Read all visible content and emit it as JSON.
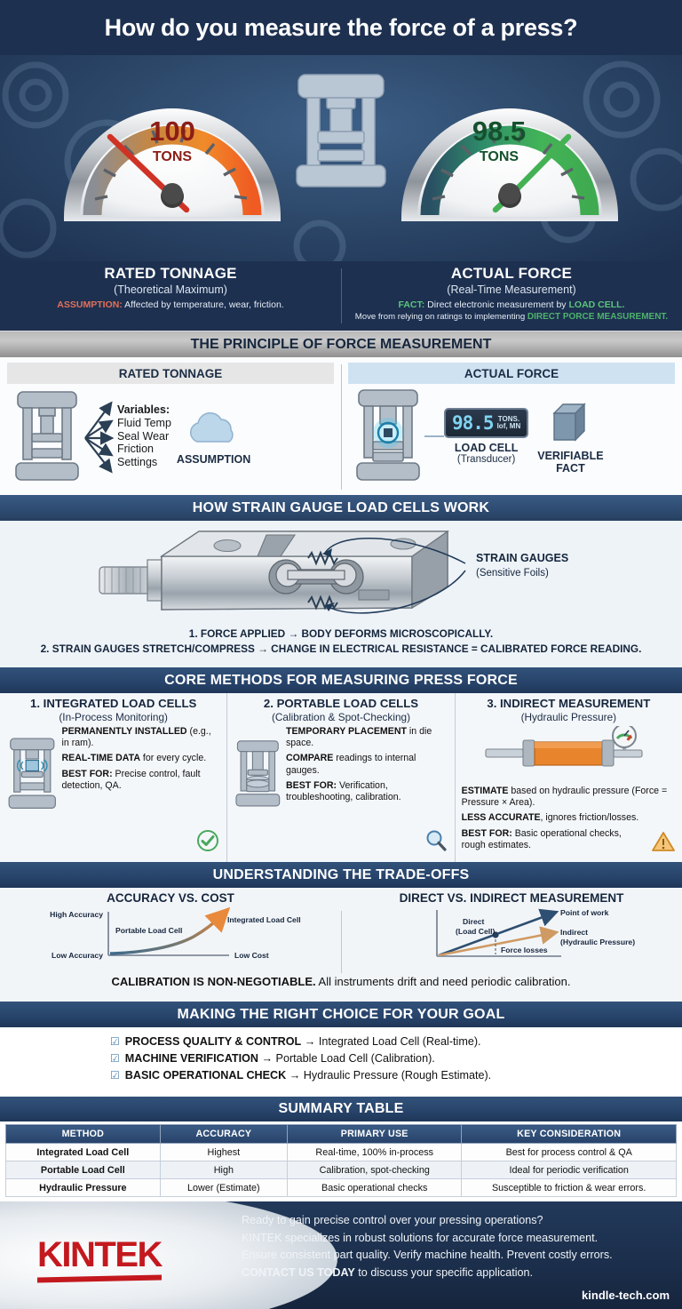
{
  "title": "How do you measure the force of a press?",
  "hero": {
    "left_gauge": {
      "value": "100",
      "unit": "TONS",
      "icon": "gauge-orange-icon"
    },
    "right_gauge": {
      "value": "98.5",
      "unit": "TONS",
      "icon": "gauge-green-icon"
    },
    "press_icon": "hydraulic-press-icon",
    "left": {
      "title": "RATED TONNAGE",
      "subtitle": "(Theoretical Maximum)",
      "keyword": "ASSUMPTION:",
      "note": " Affected by temperature, wear, friction."
    },
    "right": {
      "title": "ACTUAL FORCE",
      "subtitle": "(Real-Time Measurement)",
      "keyword": "FACT:",
      "note": " Direct electronic measurement by ",
      "note_kw": "LOAD CELL.",
      "note2": "Move from relying on ratings to implementing ",
      "note2_kw": "DIRECT PORCE MEASUREMENT."
    }
  },
  "principle": {
    "header": "THE PRINCIPLE OF FORCE MEASUREMENT",
    "left_tab": "RATED TONNAGE",
    "right_tab": "ACTUAL FORCE",
    "variables_head": "Variables:",
    "variables": [
      "Fluid Temp",
      "Seal Wear",
      "Friction",
      "Settings"
    ],
    "assumption_label": "ASSUMPTION",
    "readout_value": "98.5",
    "readout_unit1": "TONS.",
    "readout_unit2": "lof, MN",
    "loadcell_label": "LOAD CELL",
    "loadcell_sub": "(Transducer)",
    "verifiable_label_1": "VERIFIABLE",
    "verifiable_label_2": "FACT"
  },
  "strain": {
    "header": "HOW STRAIN GAUGE LOAD CELLS WORK",
    "callout_title": "STRAIN GAUGES",
    "callout_sub": "(Sensitive Foils)",
    "step1": "1. FORCE APPLIED → BODY DEFORMS MICROSCOPICALLY.",
    "step2": "2. STRAIN GAUGES STRETCH/COMPRESS → CHANGE IN ELECTRICAL RESISTANCE = CALIBRATED FORCE READING."
  },
  "methods": {
    "header": "CORE METHODS FOR MEASURING PRESS FORCE",
    "items": [
      {
        "title": "1. INTEGRATED LOAD CELLS",
        "subtitle": "(In-Process Monitoring)",
        "icon": "press-with-sensor-icon",
        "badge": "green-check-icon",
        "lines": [
          {
            "bold": "PERMANENTLY INSTALLED",
            "rest": " (e.g., in ram)."
          },
          {
            "bold": "REAL-TIME DATA",
            "rest": " for every cycle."
          },
          {
            "bold": "BEST FOR:",
            "rest": " Precise control, fault detection, QA."
          }
        ]
      },
      {
        "title": "2. PORTABLE LOAD CELLS",
        "subtitle": "(Calibration & Spot-Checking)",
        "icon": "press-with-puck-icon",
        "badge": "magnifier-icon",
        "lines": [
          {
            "bold": "TEMPORARY PLACEMENT",
            "rest": " in die space."
          },
          {
            "bold": "COMPARE",
            "rest": " readings to internal gauges."
          },
          {
            "bold": "BEST FOR:",
            "rest": " Verification, troubleshooting, calibration."
          }
        ]
      },
      {
        "title": "3. INDIRECT MEASUREMENT",
        "subtitle": "(Hydraulic Pressure)",
        "icon": "hydraulic-cylinder-icon",
        "badge": "warning-triangle-icon",
        "lines": [
          {
            "bold": "ESTIMATE",
            "rest": " based on hydraulic pressure (Force = Pressure × Area)."
          },
          {
            "bold": "LESS ACCURATE",
            "rest": ", ignores friction/losses."
          },
          {
            "bold": "BEST FOR:",
            "rest": " Basic operational checks, rough estimates."
          }
        ]
      }
    ]
  },
  "tradeoffs": {
    "header": "UNDERSTANDING THE TRADE-OFFS",
    "calibration_bold": "CALIBRATION IS NON-NEGOTIABLE.",
    "calibration_rest": " All instruments drift and need periodic calibration."
  },
  "chart_data": [
    {
      "type": "line",
      "title": "ACCURACY VS. COST",
      "xlabel": "",
      "ylabel": "",
      "grid": false,
      "legend": "inline-annotations",
      "axis_ticks": {
        "y": [
          "Low Accuracy",
          "High Accuracy"
        ],
        "x": [
          "Low Cost"
        ]
      },
      "series": [
        {
          "name": "accuracy-cost-curve",
          "x": [
            0,
            0.2,
            0.4,
            0.55,
            0.7,
            0.85,
            1.0
          ],
          "y": [
            0.02,
            0.04,
            0.1,
            0.2,
            0.36,
            0.6,
            0.93
          ]
        }
      ],
      "annotations": [
        {
          "text": "Portable Load Cell",
          "at": [
            0.12,
            0.5
          ]
        },
        {
          "text": "Integrated Load Cell",
          "at": [
            1.02,
            0.78
          ]
        }
      ]
    },
    {
      "type": "line",
      "title": "DIRECT VS. INDIRECT MEASUREMENT",
      "xlabel": "",
      "ylabel": "",
      "grid": false,
      "legend": "inline-annotations",
      "series": [
        {
          "name": "Direct (Load Cell)",
          "x": [
            0,
            1.0
          ],
          "y": [
            0,
            1.0
          ]
        },
        {
          "name": "Indirect (Hydraulic Pressure)",
          "x": [
            0,
            1.0
          ],
          "y": [
            0,
            0.62
          ]
        }
      ],
      "annotations": [
        {
          "text": "Direct",
          "at": [
            0.28,
            0.82
          ]
        },
        {
          "text": "(Load Cell)",
          "at": [
            0.28,
            0.7
          ]
        },
        {
          "text": "Point of work",
          "at": [
            1.05,
            0.98
          ]
        },
        {
          "text": "Indirect",
          "at": [
            1.05,
            0.58
          ]
        },
        {
          "text": "(Hydraulic Pressure)",
          "at": [
            1.05,
            0.46
          ]
        },
        {
          "text": "Force losses",
          "at": [
            0.62,
            0.1
          ]
        }
      ]
    }
  ],
  "choice": {
    "header": "MAKING THE RIGHT CHOICE FOR YOUR GOAL",
    "items": [
      {
        "bold": "PROCESS QUALITY & CONTROL",
        "rest": " → Integrated Load Cell (Real-time)."
      },
      {
        "bold": "MACHINE VERIFICATION",
        "rest": " → Portable Load Cell (Calibration)."
      },
      {
        "bold": "BASIC OPERATIONAL CHECK",
        "rest": " → Hydraulic Pressure (Rough Estimate)."
      }
    ]
  },
  "summary": {
    "header": "SUMMARY TABLE",
    "columns": [
      "METHOD",
      "ACCURACY",
      "PRIMARY USE",
      "KEY CONSIDERATION"
    ],
    "rows": [
      [
        "Integrated Load Cell",
        "Highest",
        "Real-time, 100% in-process",
        "Best for process control & QA"
      ],
      [
        "Portable Load Cell",
        "High",
        "Calibration, spot-checking",
        "Ideal for periodic verification"
      ],
      [
        "Hydraulic Pressure",
        "Lower (Estimate)",
        "Basic operational checks",
        "Susceptible to friction & wear errors."
      ]
    ]
  },
  "footer": {
    "logo": "KINTEK",
    "line1": "Ready to gain precise control over your pressing operations?",
    "line2": "KINTEK specializes in robust solutions for accurate force measurement.",
    "line3": "Ensure consistent part quality.   Verify machine health.   Prevent costly errors.",
    "line4_bold": "CONTACT US TODAY",
    "line4_rest": " to discuss your specific application.",
    "url": "kindle-tech.com"
  },
  "colors": {
    "navy": "#1d3050",
    "blue_header": "#2f4c72",
    "orange": "#ef7b26",
    "green": "#3fae55",
    "red": "#c3191e",
    "cyan": "#7fd4f0"
  }
}
